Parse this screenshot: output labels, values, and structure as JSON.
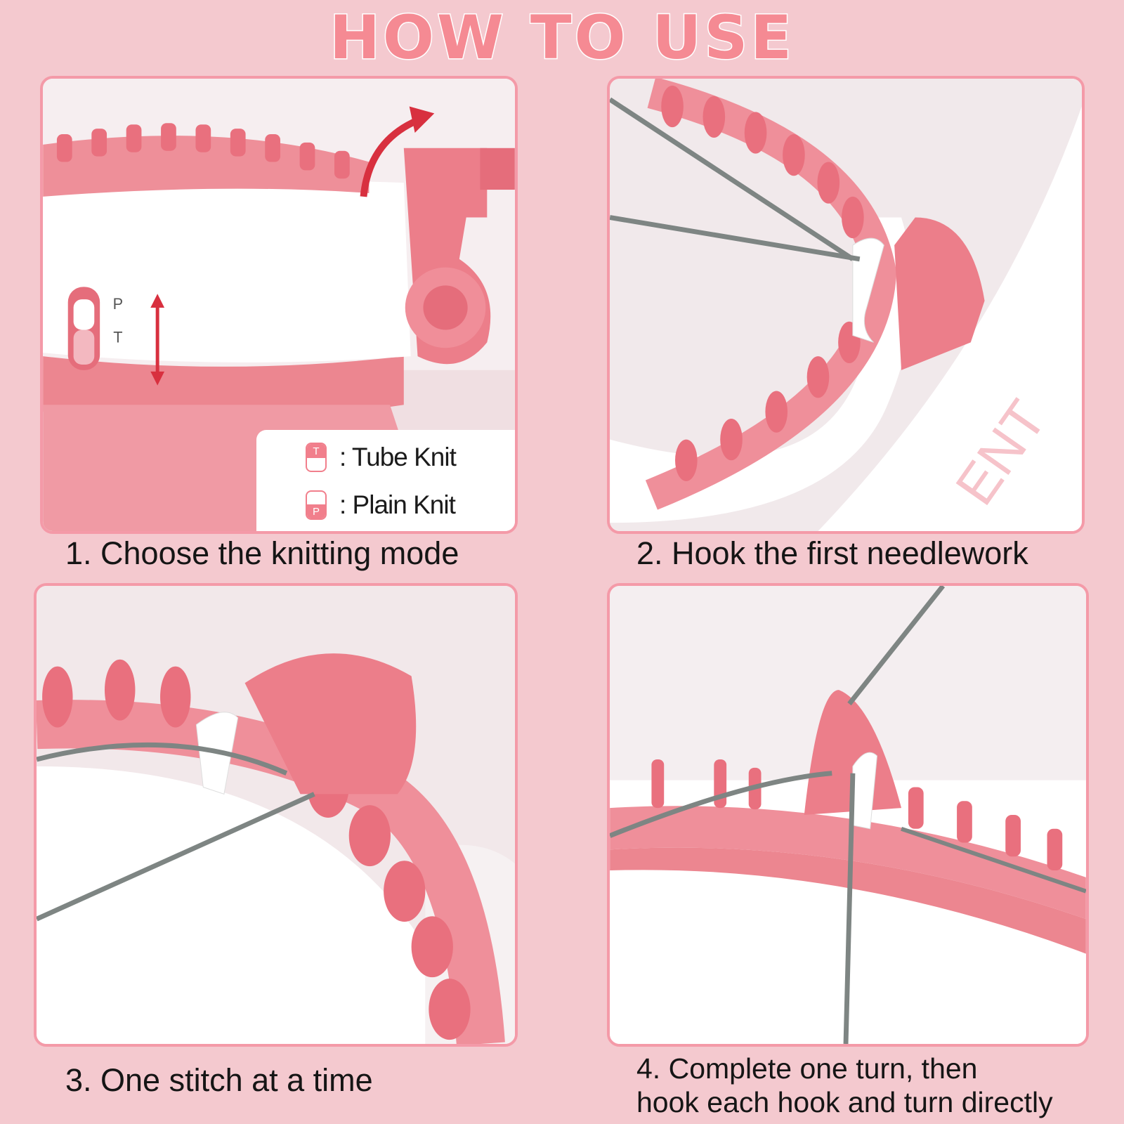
{
  "title": "HOW TO USE",
  "steps": [
    {
      "caption": "1. Choose the knitting mode"
    },
    {
      "caption": "2. Hook the first needlework"
    },
    {
      "caption": "3. One stitch at a time"
    },
    {
      "caption_line1": "4. Complete one turn, then",
      "caption_line2": "hook each hook and turn directly"
    }
  ],
  "switch_labels": {
    "top": "P",
    "bottom": "T"
  },
  "legend": [
    {
      "badge": "T",
      "label": ": Tube Knit"
    },
    {
      "badge": "P",
      "label": ": Plain Knit"
    }
  ],
  "colors": {
    "accent_pink": "#f58a93",
    "machine_pink": "#ec8690",
    "yarn_gray": "#7e8583",
    "arrow_red": "#d8303f"
  }
}
